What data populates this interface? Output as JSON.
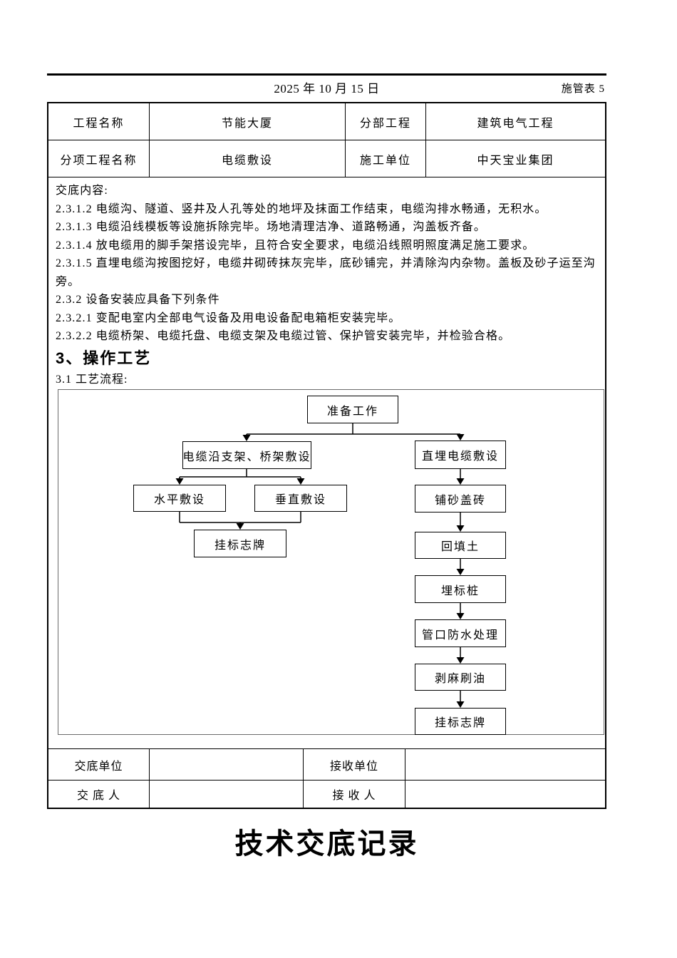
{
  "header": {
    "date": "2025 年 10 月 15 日",
    "form_no": "施管表 5"
  },
  "info_table": {
    "rows": [
      {
        "label1": "工程名称",
        "value1": "节能大厦",
        "label2": "分部工程",
        "value2": "建筑电气工程"
      },
      {
        "label1": "分项工程名称",
        "value1": "电缆敷设",
        "label2": "施工单位",
        "value2": "中天宝业集团"
      }
    ]
  },
  "content": {
    "heading": "交底内容:",
    "paragraphs": [
      "2.3.1.2 电缆沟、隧道、竖井及人孔等处的地坪及抹面工作结束，电缆沟排水畅通，无积水。",
      "2.3.1.3 电缆沿线模板等设施拆除完毕。场地清理洁净、道路畅通，沟盖板齐备。",
      "2.3.1.4 放电缆用的脚手架搭设完毕，且符合安全要求，电缆沿线照明照度满足施工要求。",
      "2.3.1.5 直埋电缆沟按图挖好，电缆井砌砖抹灰完毕，底砂铺完，并清除沟内杂物。盖板及砂子运至沟旁。",
      "2.3.2 设备安装应具备下列条件",
      "2.3.2.1 变配电室内全部电气设备及用电设备配电箱柜安装完毕。",
      "2.3.2.2 电缆桥架、电缆托盘、电缆支架及电缆过管、保护管安装完毕，并检验合格。"
    ],
    "section_heading": "3、操作工艺",
    "subsection": "3.1 工艺流程:"
  },
  "flowchart": {
    "nodes": [
      {
        "id": "prepare",
        "label": "准备工作"
      },
      {
        "id": "bracket-tray-laying",
        "label": "电缆沿支架、桥架敷设"
      },
      {
        "id": "direct-burial-laying",
        "label": "直埋电缆敷设"
      },
      {
        "id": "horizontal-laying",
        "label": "水平敷设"
      },
      {
        "id": "vertical-laying",
        "label": "垂直敷设"
      },
      {
        "id": "hang-sign-left",
        "label": "挂标志牌"
      },
      {
        "id": "sand-brick-cover",
        "label": "铺砂盖砖"
      },
      {
        "id": "backfill-soil",
        "label": "回填土"
      },
      {
        "id": "bury-stake",
        "label": "埋标桩"
      },
      {
        "id": "pipe-mouth-waterproof",
        "label": "管口防水处理"
      },
      {
        "id": "strip-hemp-brush-oil",
        "label": "剥麻刷油"
      },
      {
        "id": "hang-sign-right",
        "label": "挂标志牌"
      }
    ]
  },
  "signature_table": {
    "rows": [
      {
        "label1": "交底单位",
        "value1": "",
        "label2": "接收单位",
        "value2": ""
      },
      {
        "label1": "交 底 人",
        "value1": "",
        "label2": "接 收 人",
        "value2": ""
      }
    ]
  },
  "footer": {
    "title": "技术交底记录"
  },
  "colors": {
    "ink": "#000000",
    "paper": "#ffffff",
    "flowchart_frame": "#6b6b6b"
  }
}
